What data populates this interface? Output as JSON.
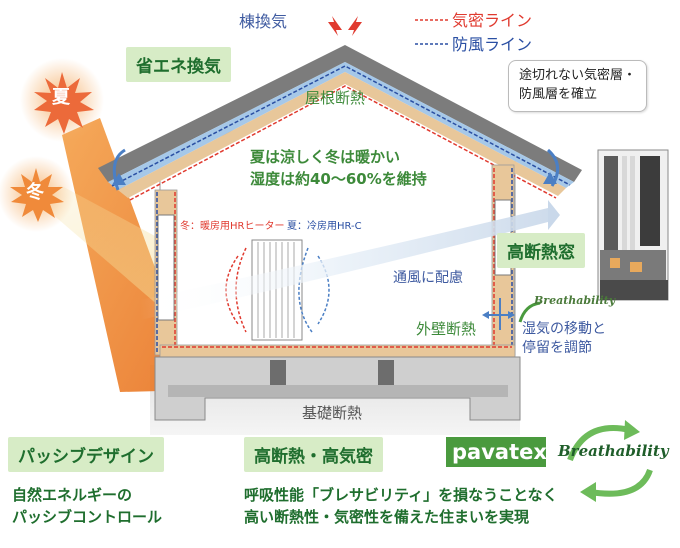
{
  "labels": {
    "ventilation": "棟換気",
    "airtight_line": "気密ライン",
    "windproof_line": "防風ライン",
    "energy_saving_vent": "省エネ換気",
    "roof_insulation": "屋根断熱",
    "callout": [
      "途切れない気密層・",
      "防風層を確立"
    ],
    "summer": "夏",
    "winter": "冬",
    "comfort": [
      "夏は涼しく冬は暖かい",
      "湿度は約40～60%を維持"
    ],
    "winter_heater": "冬：暖房用HRヒーター",
    "summer_cooler": "夏：冷房用HR-C",
    "high_insulation_window": "高断熱窓",
    "ventilation_care": "通風に配慮",
    "breathability_small": "Breathability",
    "exterior_wall_insulation": "外壁断熱",
    "humidity_control": [
      "湿気の移動と",
      "停留を調節"
    ],
    "foundation_insulation": "基礎断熱",
    "passive_design": "パッシブデザイン",
    "high_insulation_airtight": "高断熱・高気密",
    "brand": "pavatex",
    "breathability_large": "Breathability",
    "passive_desc": [
      "自然エネルギーの",
      "パッシブコントロール"
    ],
    "airtight_desc": [
      "呼吸性能「ブレサビリティ」を損なうことなく",
      "高い断熱性・気密性を備えた住まいを実現"
    ]
  },
  "colors": {
    "airtight_red": "#e03a2f",
    "windproof_blue": "#2a4fa3",
    "label_green": "#1f6e2e",
    "label_bg": "#d7ecc6",
    "brand_green": "#4a9a3e"
  }
}
